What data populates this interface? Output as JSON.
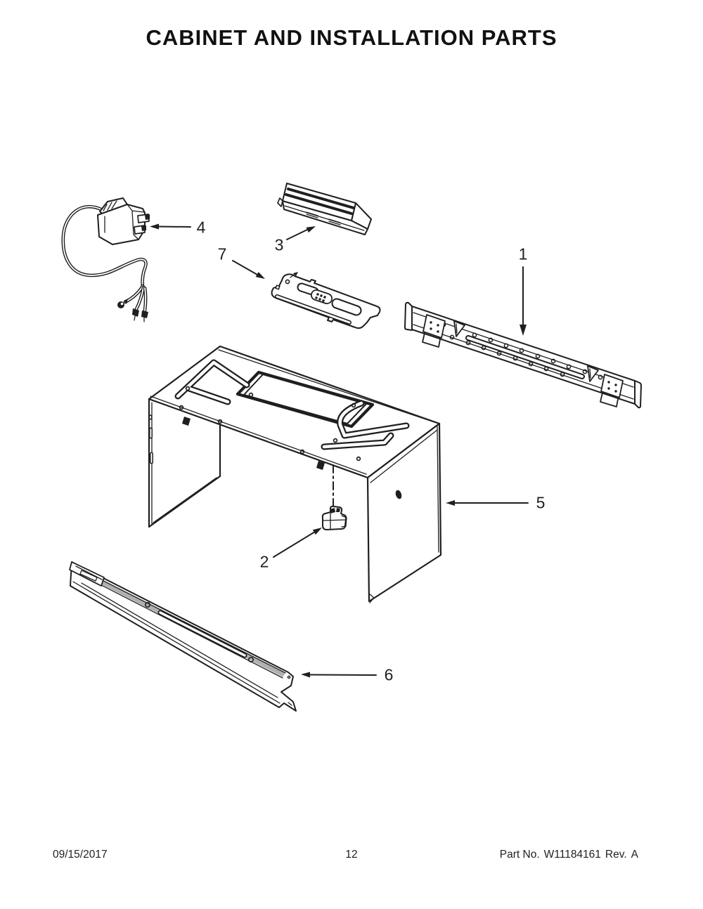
{
  "page": {
    "title": "CABINET AND INSTALLATION PARTS",
    "footer": {
      "date": "09/15/2017",
      "page_number": "12",
      "part_no_label": "Part No.",
      "part_number": "W11184161",
      "rev_label": "Rev.",
      "revision": "A"
    }
  },
  "diagram": {
    "description": "Exploded parts line drawing of a microwave cabinet with numbered callouts",
    "callouts": [
      {
        "label": "1"
      },
      {
        "label": "2"
      },
      {
        "label": "3"
      },
      {
        "label": "4"
      },
      {
        "label": "5"
      },
      {
        "label": "6"
      },
      {
        "label": "7"
      }
    ]
  },
  "colors": {
    "background": "#ffffff",
    "line": "#1f1f1f",
    "grille_stripe": "#b0b0b0"
  }
}
